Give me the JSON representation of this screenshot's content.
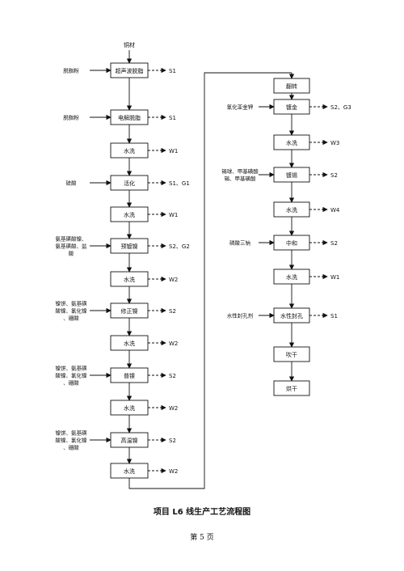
{
  "flowchart": {
    "top_input": "铜材",
    "left_column": [
      {
        "label": "超声波脱脂",
        "input": "脱脂粉",
        "output": "S1"
      },
      {
        "label": "电解脱脂",
        "input": "脱脂粉",
        "output": "S1"
      },
      {
        "label": "水洗",
        "input": "",
        "output": "W1"
      },
      {
        "label": "活化",
        "input": "硫酸",
        "output": "S1、G1"
      },
      {
        "label": "水洗",
        "input": "",
        "output": "W1"
      },
      {
        "label": "预镀镍",
        "input": "氨基磺酸镍、氨基磺酸、盐酸",
        "output": "S2、G2"
      },
      {
        "label": "水洗",
        "input": "",
        "output": "W2"
      },
      {
        "label": "修正镍",
        "input": "镍饼、氨基磺酸镍、氯化镍、硼酸",
        "output": "S2"
      },
      {
        "label": "水洗",
        "input": "",
        "output": "W2"
      },
      {
        "label": "普镍",
        "input": "镍饼、氨基磺酸镍、氯化镍、硼酸",
        "output": "S2"
      },
      {
        "label": "水洗",
        "input": "",
        "output": "W2"
      },
      {
        "label": "高温镍",
        "input": "镍饼、氨基磺酸镍、氯化镍、硼酸",
        "output": "S2"
      },
      {
        "label": "水洗",
        "input": "",
        "output": "W2"
      }
    ],
    "right_column": [
      {
        "label": "翻转",
        "input": "",
        "output": ""
      },
      {
        "label": "镀金",
        "input": "氰化亚金钾",
        "output": "S2、G3"
      },
      {
        "label": "水洗",
        "input": "",
        "output": "W3"
      },
      {
        "label": "镀锡",
        "input": "锡球、甲基磺酸锡、甲基磺酸",
        "output": "S2"
      },
      {
        "label": "水洗",
        "input": "",
        "output": "W4"
      },
      {
        "label": "中和",
        "input": "磷酸三钠",
        "output": "S2"
      },
      {
        "label": "水洗",
        "input": "",
        "output": "W1"
      },
      {
        "label": "水性封孔",
        "input": "水性封孔剂",
        "output": "S1"
      },
      {
        "label": "吹干",
        "input": "",
        "output": ""
      },
      {
        "label": "烘干",
        "input": "",
        "output": ""
      }
    ],
    "caption": "项目 L6 线生产工艺流程图"
  },
  "page_number": "第 5 页"
}
